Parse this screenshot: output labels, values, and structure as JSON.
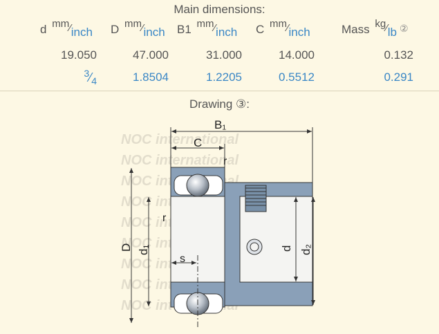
{
  "main_title": "Main dimensions:",
  "columns": [
    {
      "symbol": "d",
      "unit_metric": "mm",
      "unit_imperial": "inch"
    },
    {
      "symbol": "D",
      "unit_metric": "mm",
      "unit_imperial": "inch"
    },
    {
      "symbol": "B1",
      "unit_metric": "mm",
      "unit_imperial": "inch"
    },
    {
      "symbol": "C",
      "unit_metric": "mm",
      "unit_imperial": "inch"
    },
    {
      "symbol": "Mass",
      "unit_metric": "kg",
      "unit_imperial": "lb",
      "info_icon": "②"
    }
  ],
  "metric_row": [
    "19.050",
    "47.000",
    "31.000",
    "14.000",
    "0.132"
  ],
  "imperial_row": {
    "d_fraction": {
      "numerator": "3",
      "denominator": "4"
    },
    "values": [
      "1.8504",
      "1.2205",
      "0.5512",
      "0.291"
    ]
  },
  "drawing_title": "Drawing ③:",
  "drawing": {
    "watermark": "NOC international",
    "labels": {
      "B1": "B₁",
      "C": "C",
      "r": "r",
      "D": "D",
      "d1": "d₁",
      "d": "d",
      "d2": "d₂",
      "s": "s"
    }
  },
  "colors": {
    "background": "#fdf8e4",
    "link_blue": "#3a87c6",
    "bearing_fill": "#8aa0b8",
    "inner_fill": "#f4f4f2"
  }
}
